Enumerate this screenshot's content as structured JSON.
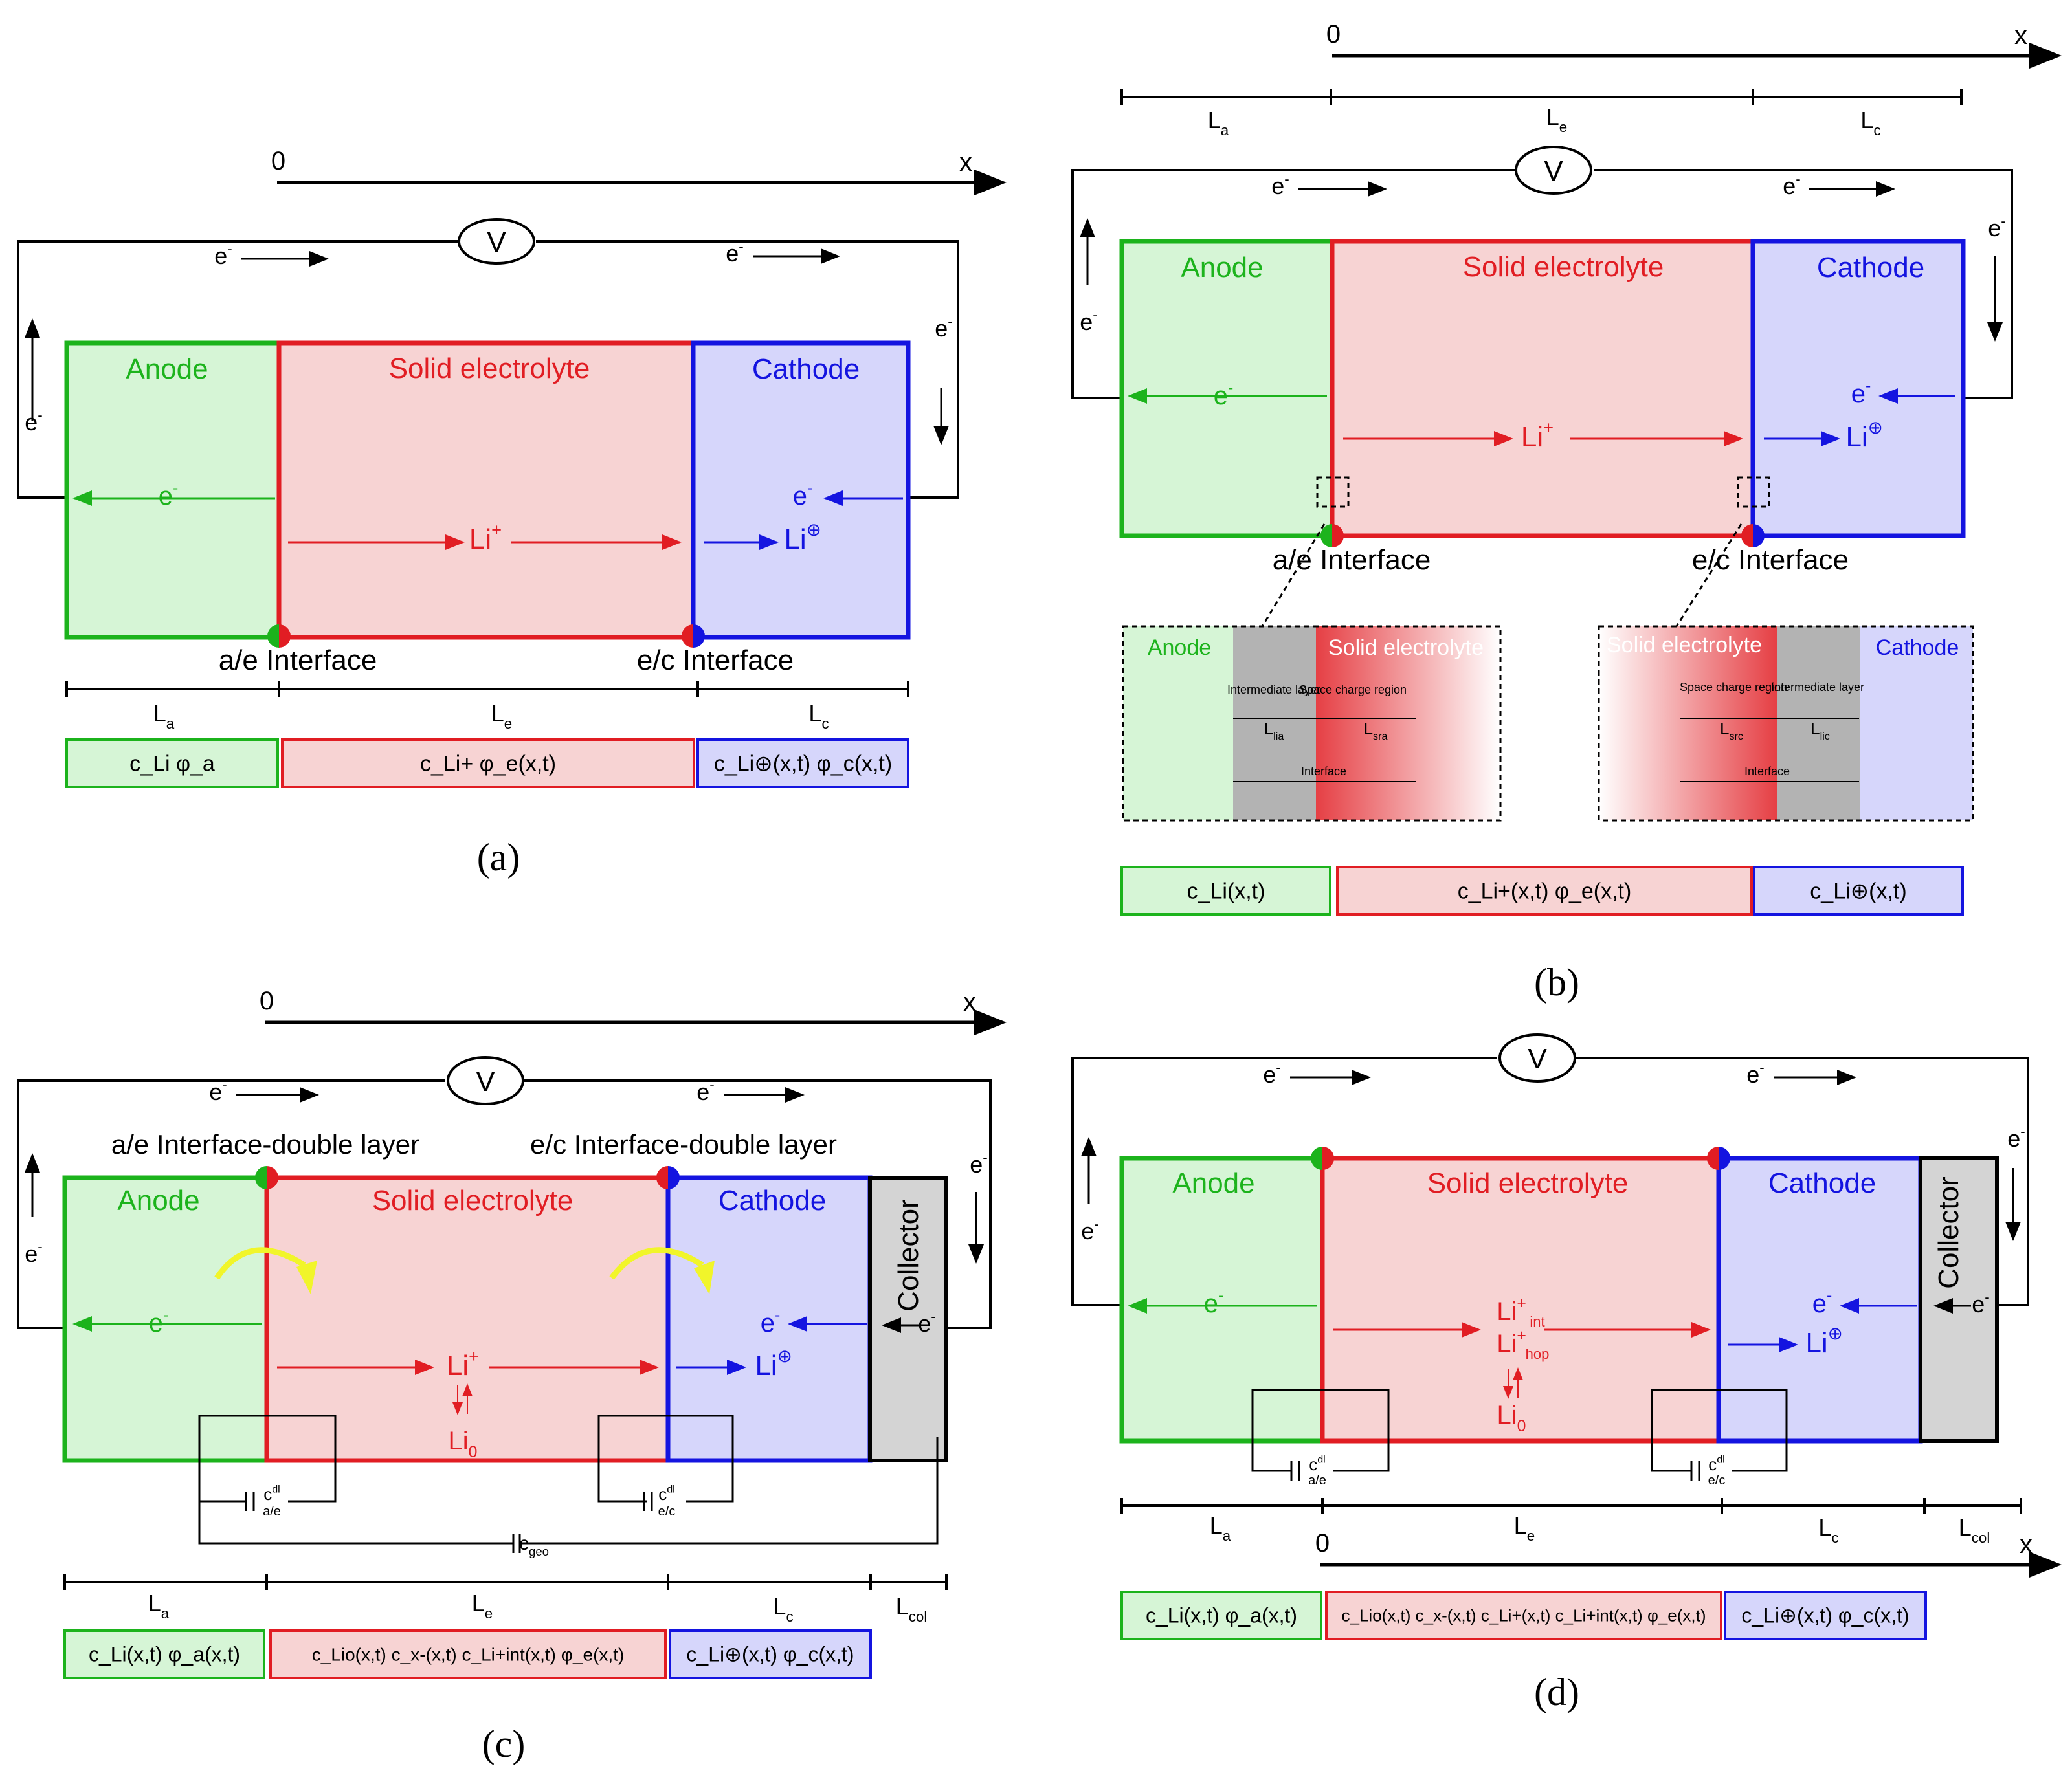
{
  "colors": {
    "anode": "#1cb31c",
    "anode_fill": "#d6f5d6",
    "electrolyte": "#e11d23",
    "electrolyte_fill": "#f7d3d3",
    "cathode": "#1414e0",
    "cathode_fill": "#d6d6fb",
    "collector_fill": "#d4d4d4",
    "arrow_yellow": "#f1f52a",
    "gray_layer": "#b3b3b3"
  },
  "axis": {
    "origin": "0",
    "var": "x"
  },
  "labels": {
    "voltmeter": "V",
    "electron": "e",
    "electron_sup": "-",
    "anode": "Anode",
    "electrolyte": "Solid electrolyte",
    "cathode": "Cathode",
    "collector": "Collector",
    "ae_interface": "a/e Interface",
    "ec_interface": "e/c Interface",
    "ae_double": "a/e Interface-double layer",
    "ec_double": "e/c Interface-double layer",
    "li": "Li",
    "li_plus": "+",
    "li_cat": "⊕",
    "li0": "Li",
    "li0_sub": "0",
    "li_int_sub": "int",
    "li_hop_sub": "hop",
    "La": "L",
    "La_sub": "a",
    "Le": "L",
    "Le_sub": "e",
    "Lc": "L",
    "Lc_sub": "c",
    "Lcol": "L",
    "Lcol_sub": "col",
    "cdl": "c",
    "cdl_sup": "dl",
    "cdl_ae": "a/e",
    "cdl_ec": "e/c",
    "cgeo": "c",
    "cgeo_sub": "geo",
    "intermediate_layer": "Intermediate layer",
    "space_charge_region": "Space charge region",
    "interface": "Interface",
    "Llia": "L",
    "Llia_sub": "lia",
    "Lsra": "L",
    "Lsra_sub": "sra",
    "Lsrc": "L",
    "Lsrc_sub": "src",
    "Llic": "L",
    "Llic_sub": "lic"
  },
  "var_boxes": {
    "a": {
      "anode": "c_Li   φ_a",
      "electrolyte": "c_Li+   φ_e(x,t)",
      "cathode": "c_Li⊕(x,t)  φ_c(x,t)"
    },
    "b": {
      "anode": "c_Li(x,t)",
      "electrolyte": "c_Li+(x,t)      φ_e(x,t)",
      "cathode": "c_Li⊕(x,t)"
    },
    "c": {
      "anode": "c_Li(x,t)  φ_a(x,t)",
      "electrolyte": "c_Lio(x,t)  c_x-(x,t)  c_Li+int(x,t)  φ_e(x,t)",
      "cathode": "c_Li⊕(x,t)  φ_c(x,t)"
    },
    "d": {
      "anode": "c_Li(x,t)  φ_a(x,t)",
      "electrolyte": "c_Lio(x,t) c_x-(x,t) c_Li+(x,t) c_Li+int(x,t) φ_e(x,t)",
      "cathode": "c_Li⊕(x,t)  φ_c(x,t)"
    }
  },
  "captions": {
    "a": "(a)",
    "b": "(b)",
    "c": "(c)",
    "d": "(d)"
  }
}
